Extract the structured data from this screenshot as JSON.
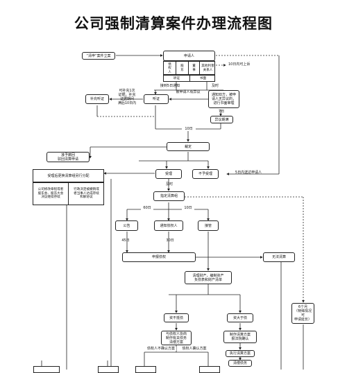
{
  "title": "公司强制清算案件办理流程图",
  "nodes": {
    "filing": "“清申”案件立案",
    "applicant": "申请人",
    "app_c1": "债\n权\n人",
    "app_c2": "股\n东",
    "app_c3": "董\n事",
    "app_c4": "其他利害\n关系人",
    "hearing_top": "听证",
    "written": "书面",
    "supplement": "补充听证",
    "hearing": "听证",
    "notify": "通知双方，被申\n请人无异议的，\n进行书面审理",
    "objection": "异议期满",
    "ruling": "裁定",
    "not_accept_dismiss": "准予撤回\n驳回清算申请",
    "liquidation_committee_head": "受理后更换清算组另行分配",
    "lc_left": "公司修改章程或者\n股东会、股东大会\n决议继续存续",
    "lc_right": "行政决定被撤销或\n者当事人达成存续\n和解协议",
    "accept": "受理",
    "not_accept": "不予受理",
    "designate": "指定清算组",
    "announce": "公告",
    "notify_creditors": "通知债权人",
    "takeover": "接管",
    "declare_claims": "申报债权",
    "unable": "无法清算",
    "assets": "清理财产，编制资产\n负债表和财产清单",
    "sufficient": "资不抵债",
    "insolvent": "资大于债",
    "negotiate": "与债权人协商\n制作有关债务\n清偿方案",
    "plan": "制作清算方案\n报法院确认",
    "execute": "执行清算方案",
    "repay": "清偿债务",
    "six_months": "6个月\n（特殊情况可\n申请延长）"
  },
  "labels": {
    "ten_days_top": "10日内可上诉",
    "five_days_notify": "接到5日通知",
    "timely": "及时",
    "supplement_note": "可补充1次\n证据，补充\n证据期间\n满后10日内",
    "objection_note": "被申请人有异议",
    "seven_days": "7日",
    "ten_days_mid": "10日",
    "five_days_appeal": "5日内送达申请人",
    "timely2": "及时",
    "sixty_days": "60日",
    "ten_days_low": "10日",
    "forty_five": "45日",
    "thirty_days": "30日",
    "creditors_reject": "债权人不确认方案",
    "creditors_confirm": "债权人确认方案"
  },
  "colors": {
    "line": "#222222",
    "dash": "#444444"
  }
}
